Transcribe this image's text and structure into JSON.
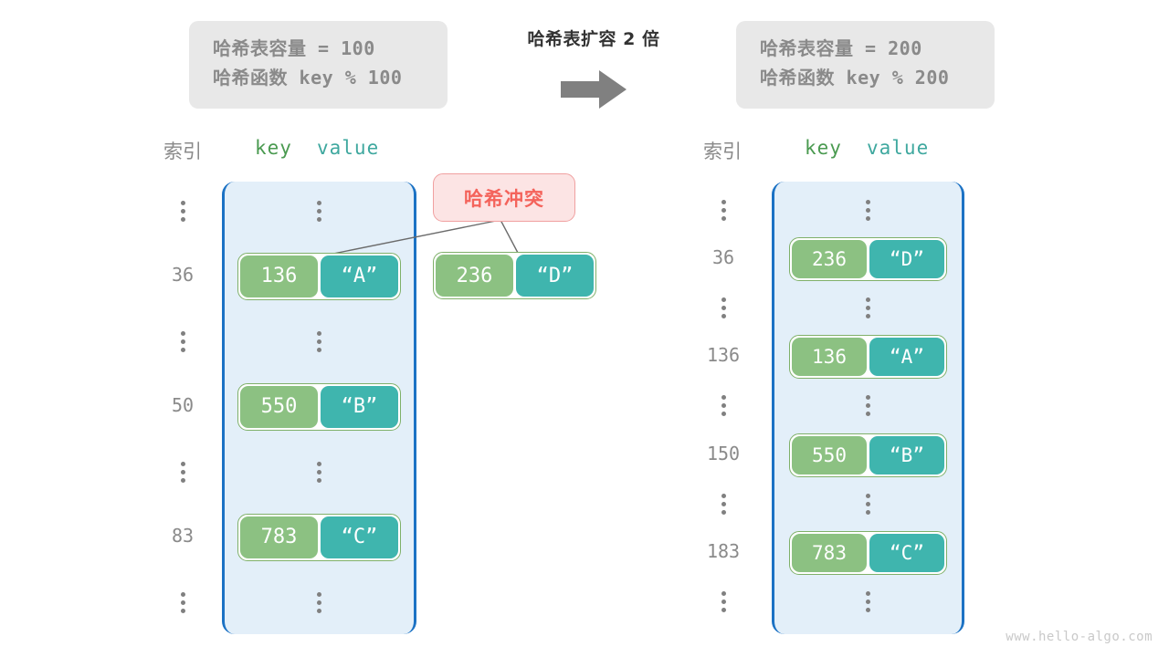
{
  "left_info": {
    "capacity_line": "哈希表容量 = 100",
    "hash_line": "哈希函数 key % 100"
  },
  "right_info": {
    "capacity_line": "哈希表容量 = 200",
    "hash_line": "哈希函数 key % 200"
  },
  "transition": {
    "caption": "哈希表扩容 2 倍",
    "arrow_icon": "arrow-right-icon",
    "arrow_color": "#808080"
  },
  "headers": {
    "index": "索引",
    "key": "key",
    "value": "value"
  },
  "collision": {
    "label": "哈希冲突",
    "text_color": "#f4635b",
    "fill_color": "#fce4e4",
    "border_color": "#f0a0a0",
    "entry": {
      "key": "236",
      "value": "“D”"
    }
  },
  "colors": {
    "frame_border": "#1c72c4",
    "frame_fill": "#e3eff9",
    "key_cell": "#8cc182",
    "value_cell": "#3fb5ae",
    "pair_border": "#7fb069",
    "index_text": "#8a8a8a",
    "key_header": "#4a9a50",
    "value_header": "#3fa89f",
    "info_fill": "#e8e8e8"
  },
  "left_table": {
    "rows": [
      {
        "index": "⋮",
        "type": "ellipsis"
      },
      {
        "index": "36",
        "type": "entry",
        "key": "136",
        "value": "“A”"
      },
      {
        "index": "⋮",
        "type": "ellipsis"
      },
      {
        "index": "50",
        "type": "entry",
        "key": "550",
        "value": "“B”"
      },
      {
        "index": "⋮",
        "type": "ellipsis"
      },
      {
        "index": "83",
        "type": "entry",
        "key": "783",
        "value": "“C”"
      },
      {
        "index": "⋮",
        "type": "ellipsis"
      }
    ]
  },
  "right_table": {
    "rows": [
      {
        "index": "⋮",
        "type": "ellipsis"
      },
      {
        "index": "36",
        "type": "entry",
        "key": "236",
        "value": "“D”"
      },
      {
        "index": "⋮",
        "type": "ellipsis"
      },
      {
        "index": "136",
        "type": "entry",
        "key": "136",
        "value": "“A”"
      },
      {
        "index": "⋮",
        "type": "ellipsis"
      },
      {
        "index": "150",
        "type": "entry",
        "key": "550",
        "value": "“B”"
      },
      {
        "index": "⋮",
        "type": "ellipsis"
      },
      {
        "index": "183",
        "type": "entry",
        "key": "783",
        "value": "“C”"
      },
      {
        "index": "⋮",
        "type": "ellipsis"
      }
    ]
  },
  "watermark": "www.hello-algo.com"
}
